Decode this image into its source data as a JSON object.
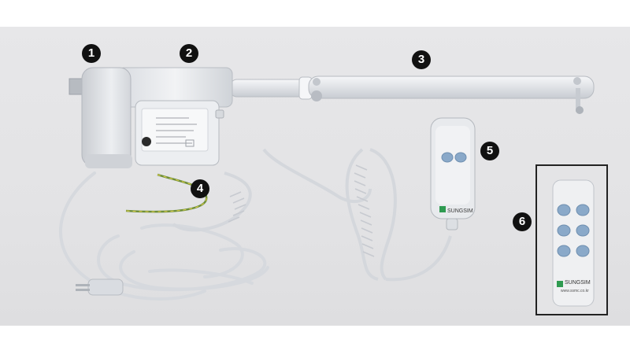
{
  "markers": [
    "1",
    "2",
    "3",
    "4",
    "5",
    "6"
  ],
  "brand": {
    "logo_text": "SUNGSIM",
    "inset_logo_text": "SUNGSIM",
    "inset_website": "www.ssmc.co.kr"
  },
  "colors": {
    "background": "#e4e4e6",
    "housing": "#e9ebee",
    "cable": "#dcdfe3",
    "ground_wire": "#6f8f3a",
    "button_blue": "#8aa9c9",
    "logo_green": "#2f9b51",
    "marker": "#111111"
  }
}
